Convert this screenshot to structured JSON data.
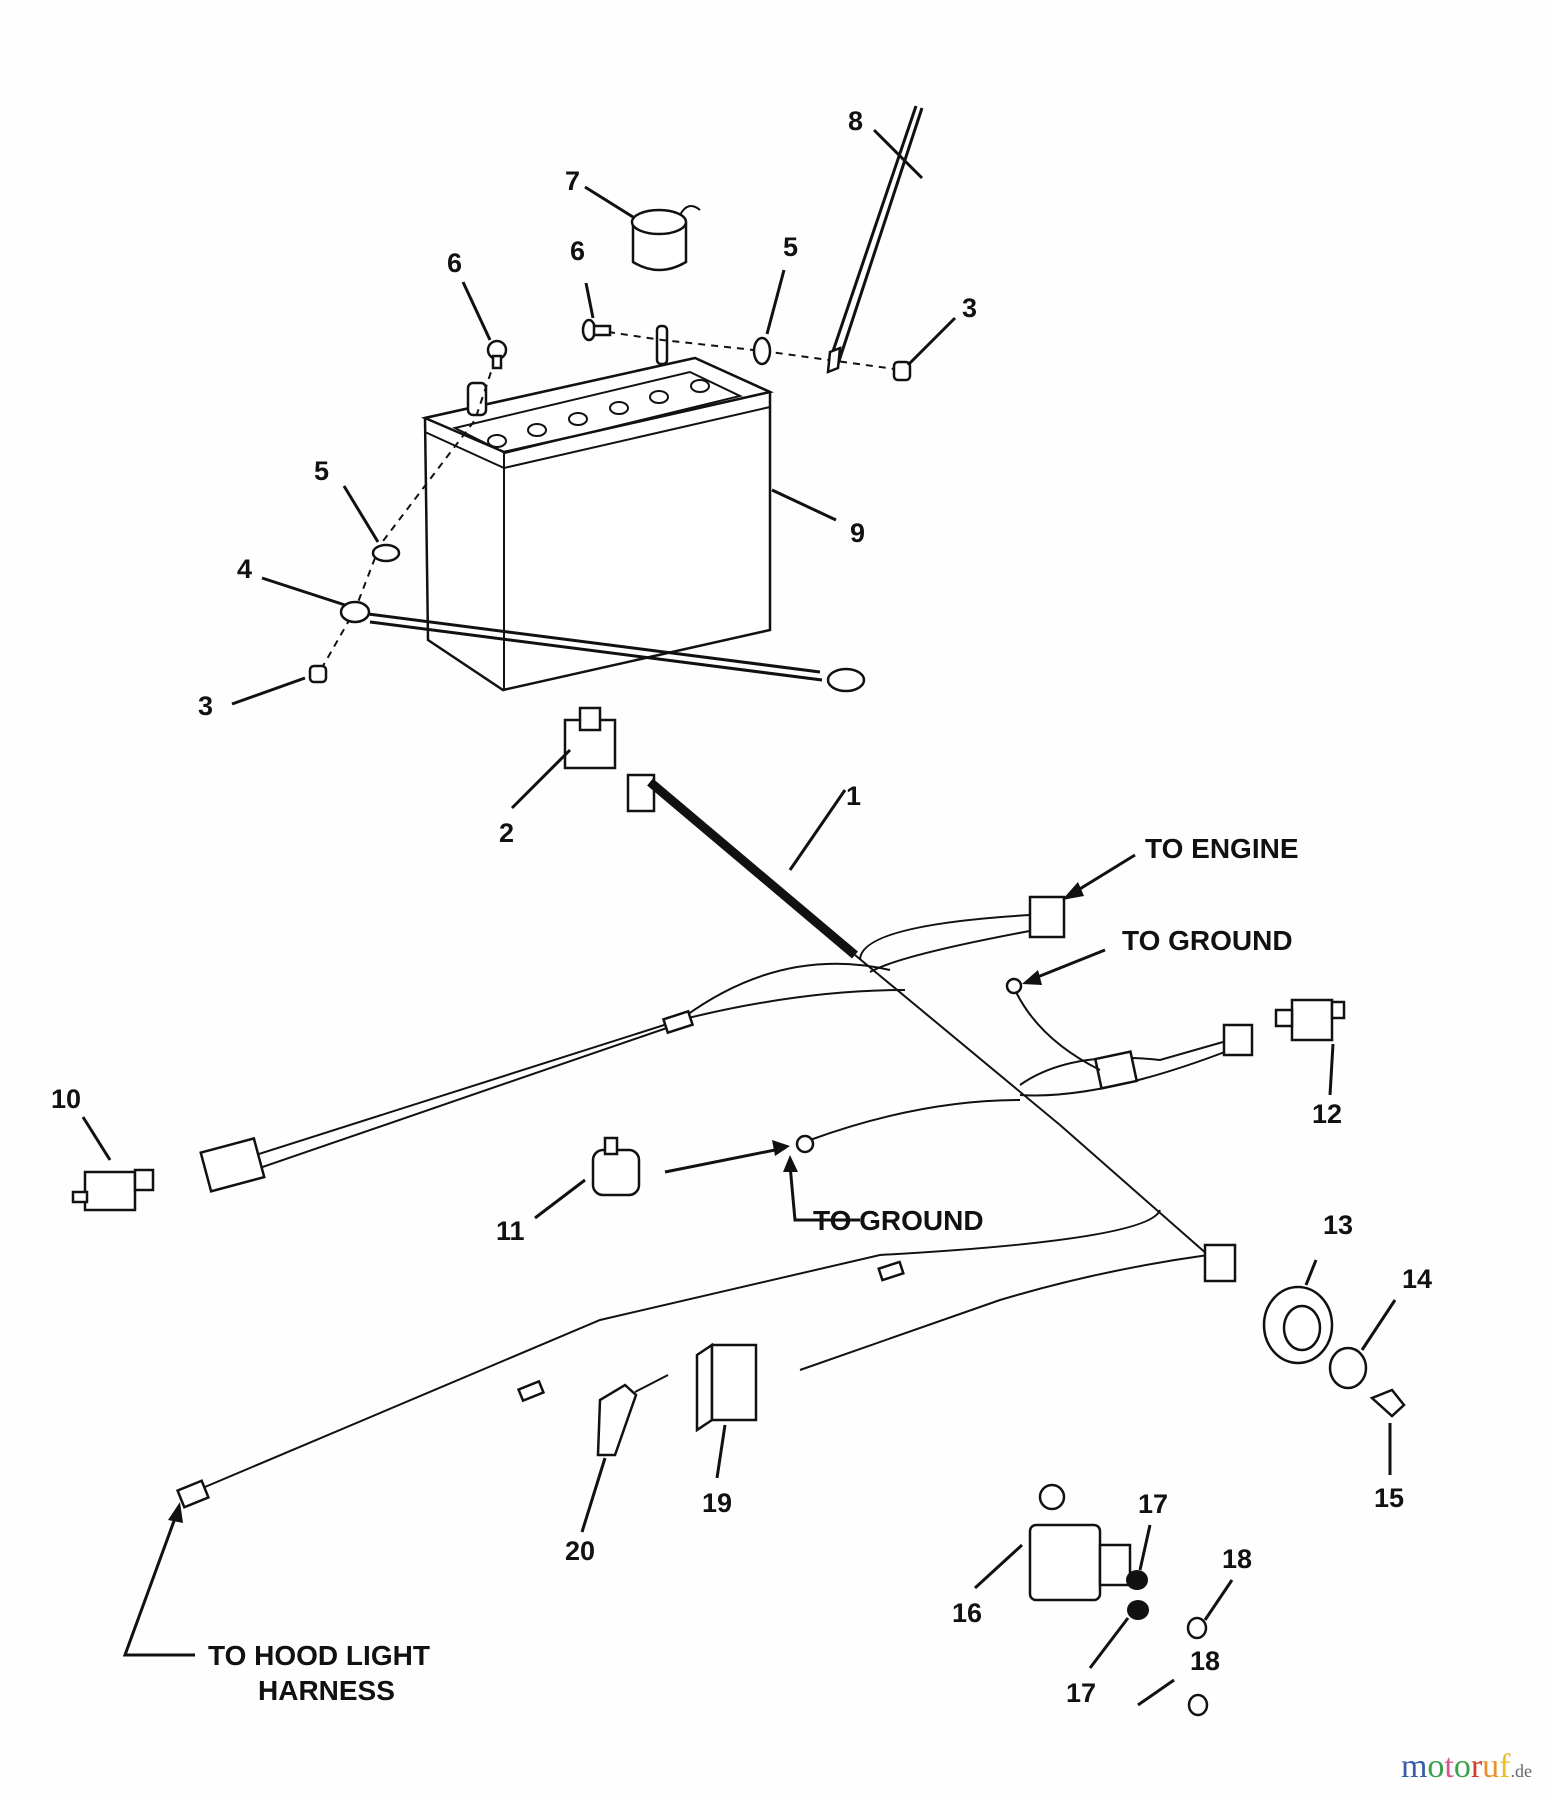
{
  "diagram": {
    "type": "exploded parts diagram - battery and wiring harness",
    "callouts": [
      {
        "id": "1",
        "label": "1"
      },
      {
        "id": "2",
        "label": "2"
      },
      {
        "id": "3a",
        "label": "3"
      },
      {
        "id": "3b",
        "label": "3"
      },
      {
        "id": "4",
        "label": "4"
      },
      {
        "id": "5a",
        "label": "5"
      },
      {
        "id": "5b",
        "label": "5"
      },
      {
        "id": "6a",
        "label": "6"
      },
      {
        "id": "6b",
        "label": "6"
      },
      {
        "id": "7",
        "label": "7"
      },
      {
        "id": "8",
        "label": "8"
      },
      {
        "id": "9",
        "label": "9"
      },
      {
        "id": "10",
        "label": "10"
      },
      {
        "id": "11",
        "label": "11"
      },
      {
        "id": "12",
        "label": "12"
      },
      {
        "id": "13",
        "label": "13"
      },
      {
        "id": "14",
        "label": "14"
      },
      {
        "id": "15",
        "label": "15"
      },
      {
        "id": "16",
        "label": "16"
      },
      {
        "id": "17a",
        "label": "17"
      },
      {
        "id": "17b",
        "label": "17"
      },
      {
        "id": "18a",
        "label": "18"
      },
      {
        "id": "18b",
        "label": "18"
      },
      {
        "id": "19",
        "label": "19"
      },
      {
        "id": "20",
        "label": "20"
      }
    ],
    "notes": {
      "to_engine": "TO ENGINE",
      "to_ground_1": "TO GROUND",
      "to_ground_2": "TO GROUND",
      "to_hood_light_line1": "TO HOOD LIGHT",
      "to_hood_light_line2": "HARNESS"
    }
  },
  "watermark": {
    "letters": [
      {
        "ch": "m",
        "color": "#3a5da8"
      },
      {
        "ch": "o",
        "color": "#3aa04a"
      },
      {
        "ch": "t",
        "color": "#d9558f"
      },
      {
        "ch": "o",
        "color": "#3aa04a"
      },
      {
        "ch": "r",
        "color": "#d83a2a"
      },
      {
        "ch": "u",
        "color": "#e8902a"
      },
      {
        "ch": "f",
        "color": "#e8c020"
      }
    ],
    "suffix": ".de"
  }
}
